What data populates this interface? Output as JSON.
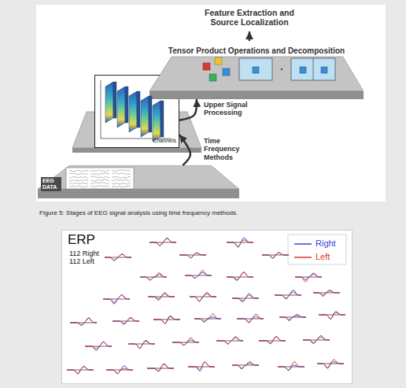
{
  "diagram": {
    "caption": "Figure 5: Stages of EEG signal analysis using time frequency methods.",
    "nodes": [
      {
        "text": [
          "EEG DATA"
        ]
      },
      {
        "text": [
          "Channels"
        ]
      },
      {
        "text": [
          "Tensor Product Operations and Decomposition"
        ]
      },
      {
        "text": [
          "ERP",
          "112 Right 112 Left"
        ]
      }
    ],
    "edges": [
      {
        "from": 0,
        "to": 1,
        "arrow": "to",
        "label": "Time Frequency Methods"
      },
      {
        "from": 1,
        "to": 2,
        "arrow": "to",
        "label": "Upper Signal Processing"
      }
    ],
    "labels": [
      "Feature Extraction and Source Localization"
    ],
    "legend": [
      {
        "text": "Right"
      },
      {
        "text": "Left"
      }
    ]
  }
}
